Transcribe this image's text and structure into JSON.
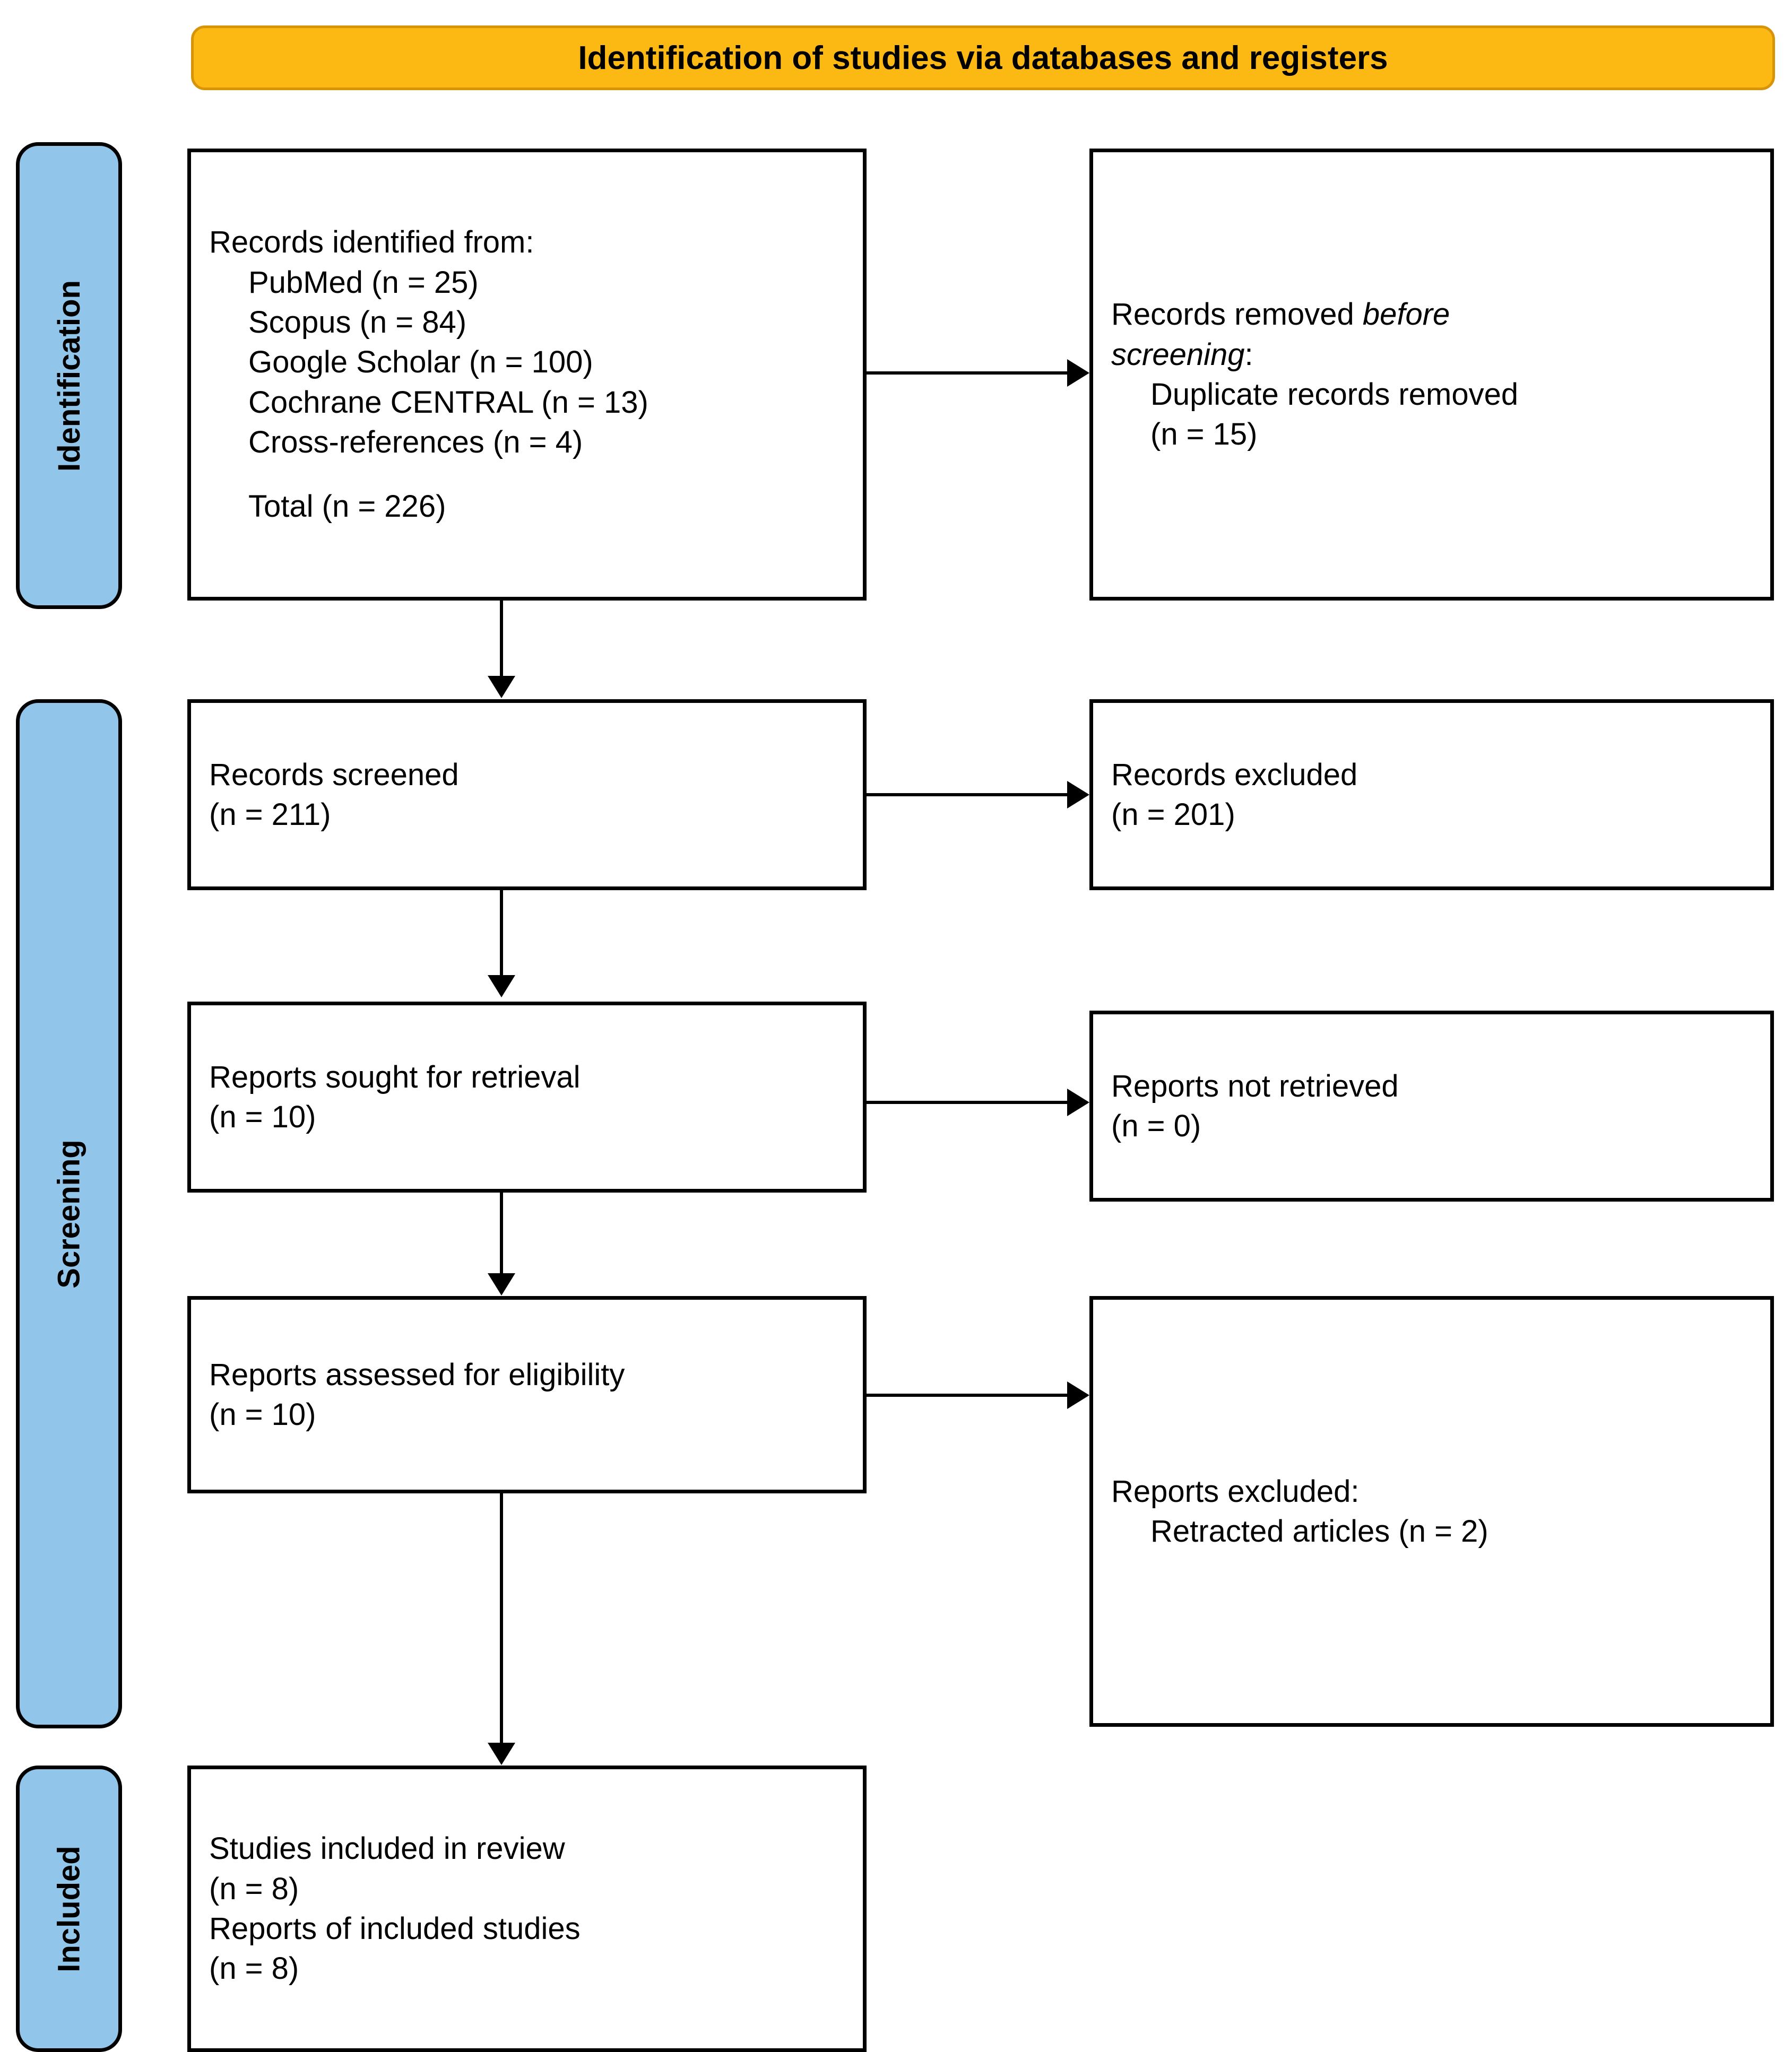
{
  "banner": {
    "title": "Identification of studies via databases and registers"
  },
  "stages": [
    {
      "key": "identification",
      "label": "Identification"
    },
    {
      "key": "screening",
      "label": "Screening"
    },
    {
      "key": "included",
      "label": "Included"
    }
  ],
  "boxes": {
    "records_identified": {
      "lines": [
        {
          "text": "Records identified from:",
          "indent": false
        },
        {
          "text": "PubMed (n = 25)",
          "indent": true
        },
        {
          "text": "Scopus (n = 84)",
          "indent": true
        },
        {
          "text": "Google Scholar (n = 100)",
          "indent": true
        },
        {
          "text": "Cochrane CENTRAL (n = 13)",
          "indent": true
        },
        {
          "text": "Cross-references (n = 4)",
          "indent": true
        },
        {
          "text": "",
          "indent": false
        },
        {
          "text": "Total (n = 226)",
          "indent": true
        }
      ]
    },
    "records_removed": {
      "line1_pre": "Records removed ",
      "line1_em": "before",
      "line2_em": "screening",
      "line2_post": ":",
      "lines_rest": [
        {
          "text": "Duplicate records removed",
          "indent": true
        },
        {
          "text": "(n = 15)",
          "indent": true
        }
      ]
    },
    "records_screened": {
      "lines": [
        {
          "text": "Records screened",
          "indent": false
        },
        {
          "text": "(n = 211)",
          "indent": false
        }
      ]
    },
    "records_excluded": {
      "lines": [
        {
          "text": "Records excluded",
          "indent": false
        },
        {
          "text": "(n = 201)",
          "indent": false
        }
      ]
    },
    "reports_sought": {
      "lines": [
        {
          "text": "Reports sought for retrieval",
          "indent": false
        },
        {
          "text": "(n = 10)",
          "indent": false
        }
      ]
    },
    "reports_not_retrieved": {
      "lines": [
        {
          "text": "Reports not retrieved",
          "indent": false
        },
        {
          "text": "(n = 0)",
          "indent": false
        }
      ]
    },
    "reports_assessed": {
      "lines": [
        {
          "text": "Reports assessed for eligibility",
          "indent": false
        },
        {
          "text": "(n = 10)",
          "indent": false
        }
      ]
    },
    "reports_excluded": {
      "lines": [
        {
          "text": "Reports excluded:",
          "indent": false
        },
        {
          "text": "Retracted articles (n = 2)",
          "indent": true
        }
      ]
    },
    "studies_included": {
      "lines": [
        {
          "text": "Studies included in review",
          "indent": false
        },
        {
          "text": "(n = 8)",
          "indent": false
        },
        {
          "text": "Reports of included studies",
          "indent": false
        },
        {
          "text": "(n = 8)",
          "indent": false
        }
      ]
    }
  },
  "colors": {
    "banner_fill": "#FCB913",
    "banner_border": "#D79408",
    "stage_fill": "#92C5EA",
    "box_border": "#000000",
    "box_fill": "#FFFFFF"
  }
}
